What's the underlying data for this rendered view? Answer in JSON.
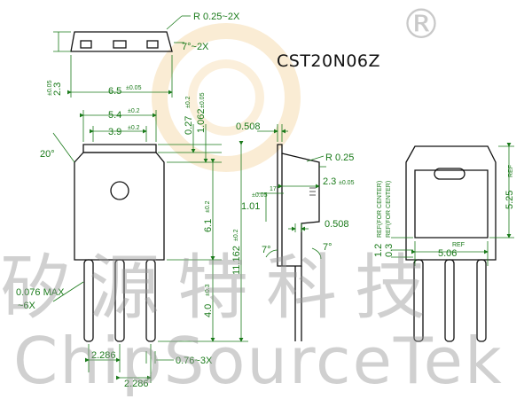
{
  "part_number": "CST20N06Z",
  "registered_mark": "®",
  "watermark": {
    "chinese": "矽源特科技",
    "english": "ChipSourceTek"
  },
  "top_view": {
    "radius_label": "R 0.25~2X",
    "angle_label": "7°~2X",
    "height_label": "2.3",
    "height_tol": "±0.05",
    "width_label": "6.5",
    "width_tol": "±0.05"
  },
  "front_view": {
    "tab_width": "5.4",
    "tab_width_tol": "±0.2",
    "inner_width": "3.9",
    "inner_width_tol": "±0.2",
    "angle": "20°",
    "dim_027": "0.27",
    "dim_027_tol": "±0.2",
    "dim_1062": "1.062",
    "dim_1062_tol": "±0.05",
    "dim_61": "6.1",
    "dim_61_tol": "±0.2",
    "dim_40": "4.0",
    "dim_40_tol": "±0.3",
    "dim_11162": "11.162",
    "dim_11162_tol": "±0.2",
    "lead_width": "0.076 MAX",
    "lead_count": "~6X",
    "pitch_1": "2.286",
    "pitch_2": "2.286",
    "lead_thickness": "0.76~3X"
  },
  "side_view": {
    "dim_0508_top": "0.508",
    "radius": "R 0.25",
    "dim_101": "1.01",
    "dim_101_tol": "±0.05",
    "dim_23": "2.3",
    "dim_23_tol": "±0.05",
    "dim_0508_bottom": "0.508",
    "angle_left": "7°",
    "angle_right": "7°",
    "angle_mid": "17°"
  },
  "back_view": {
    "ref_right": "REF",
    "dim_525": "5.25",
    "ref_for_center_1": "REF(FOR CENTER)",
    "ref_for_center_2": "REF(FOR CENTER)",
    "dim_12": "1.2",
    "dim_03": "0.3",
    "dim_506": "5.06",
    "ref_bottom": "REF"
  },
  "colors": {
    "outline": "#111111",
    "dimension": "#1a7a1a",
    "watermark": "#999999"
  }
}
